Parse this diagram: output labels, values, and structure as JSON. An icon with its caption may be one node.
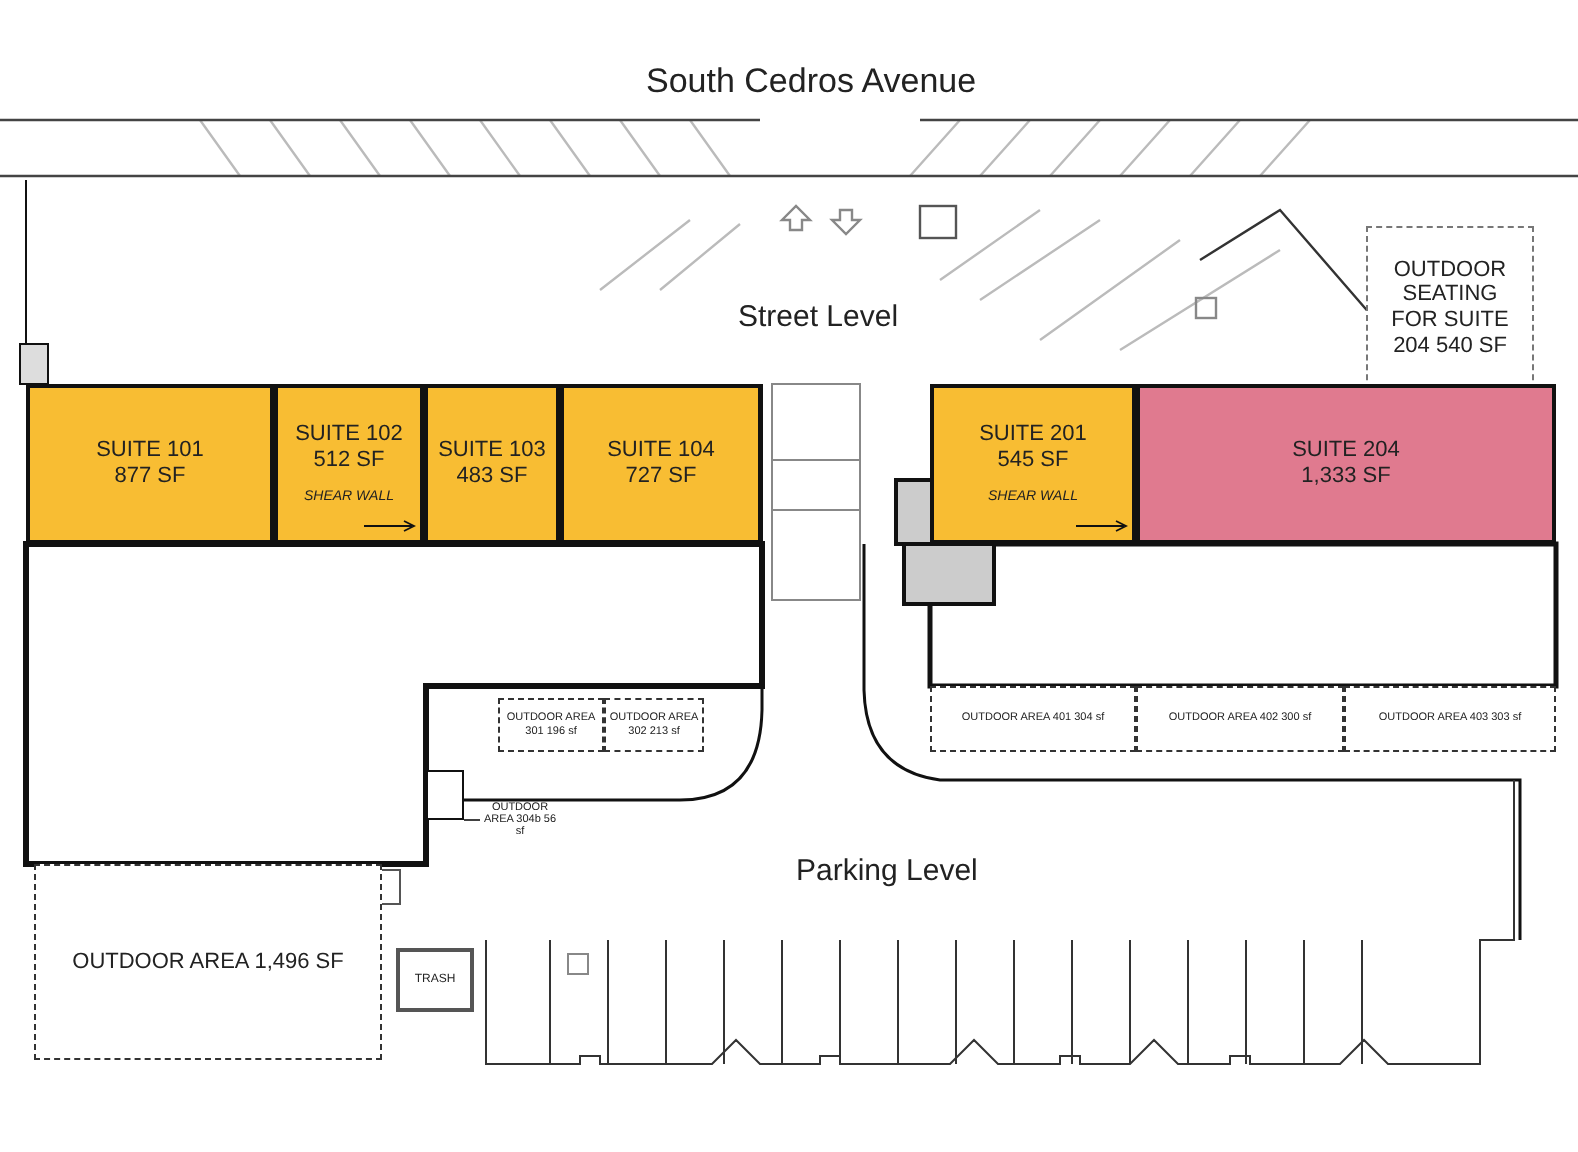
{
  "diagram": {
    "nodes": [
      {
        "text": [
          "OUTDOOR SEATING FOR SUITE 204 540 SF"
        ]
      },
      {
        "text": [
          "SUITE 101 877 SF"
        ]
      },
      {
        "text": [
          "SUITE 102 512 SF",
          "SHEAR WALL"
        ]
      },
      {
        "text": [
          "SUITE 103 483 SF"
        ]
      },
      {
        "text": [
          "SUITE 104 727 SF"
        ]
      },
      {
        "text": [
          "SUITE 201 545 SF",
          "SHEAR WALL"
        ]
      },
      {
        "text": [
          "SUITE 204 1,333 SF"
        ]
      },
      {
        "text": [
          "OUTDOOR AREA 301 196 sf"
        ]
      },
      {
        "text": [
          "OUTDOOR AREA 302 213 sf"
        ]
      },
      {
        "text": [
          "OUTDOOR AREA 401 304 sf"
        ]
      },
      {
        "text": [
          "OUTDOOR AREA 402 300 sf"
        ]
      },
      {
        "text": [
          "OUTDOOR AREA 403 303 sf"
        ]
      },
      {
        "text": [
          "OUTDOOR AREA 304b 56 sf"
        ]
      },
      {
        "text": [],
        "shape": "box"
      },
      {
        "text": [
          "OUTDOOR AREA 1,496 SF"
        ]
      },
      {
        "text": [
          "TRASH"
        ]
      }
    ],
    "edges": [
      {
        "from": 12,
        "to": 13,
        "arrow": "none"
      }
    ],
    "labels": [
      "South Cedros Avenue",
      "Street Level",
      "Parking Level"
    ]
  }
}
